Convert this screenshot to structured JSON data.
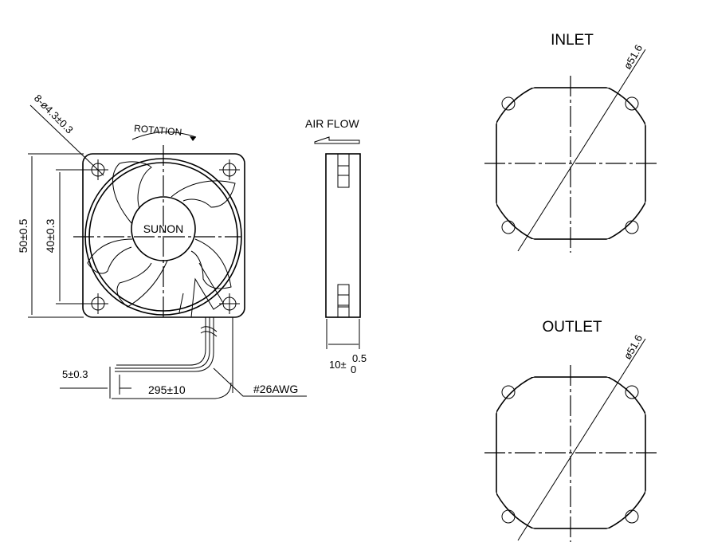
{
  "fan_front": {
    "hole_label": "8-ø4.3±0.3",
    "rotation_label": "ROTATION",
    "brand": "SUNON",
    "height_dim": "50±0.5",
    "hole_pitch_dim": "40±0.3",
    "strip_dim": "5±0.3",
    "lead_length_dim": "295±10",
    "wire_gauge": "#26AWG"
  },
  "fan_side": {
    "airflow_label": "AIR FLOW",
    "thickness_base": "10±",
    "tol_upper": "0.5",
    "tol_lower": "0"
  },
  "inlet": {
    "title": "INLET",
    "diameter": "ø51.6"
  },
  "outlet": {
    "title": "OUTLET",
    "diameter": "ø51.6"
  }
}
